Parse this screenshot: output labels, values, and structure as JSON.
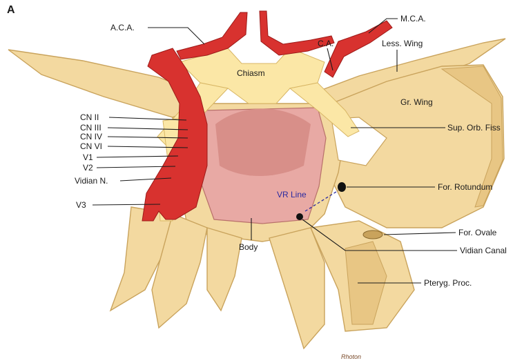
{
  "figure": {
    "panel_letter": "A",
    "signature": "Rhoton"
  },
  "labels": {
    "aca": "A.C.A.",
    "mca": "M.C.A.",
    "ca": "C.A.",
    "less_wing": "Less. Wing",
    "chiasm": "Chiasm",
    "gr_wing": "Gr. Wing",
    "sup_orb_fiss": "Sup. Orb. Fiss",
    "cn2": "CN II",
    "cn3": "CN III",
    "cn4": "CN IV",
    "cn6": "CN VI",
    "v1": "V1",
    "v2": "V2",
    "vidian_n": "Vidian N.",
    "v3": "V3",
    "vr_line": "VR Line",
    "for_rotundum": "For. Rotundum",
    "for_ovale": "For. Ovale",
    "body": "Body",
    "vidian_canal": "Vidian Canal",
    "pteryg_proc": "Pteryg. Proc."
  },
  "colors": {
    "bone": "#f3d9a0",
    "artery": "#d8322f",
    "nerve": "#fbe7a6",
    "gland": "#e8a9a4",
    "vr_line": "#2a2aa0"
  }
}
